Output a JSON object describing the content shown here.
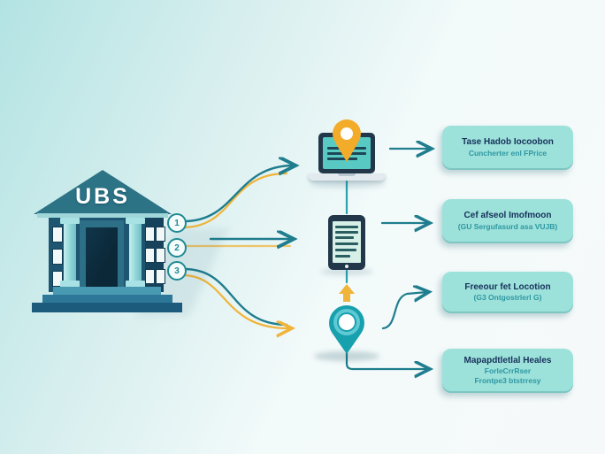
{
  "bank": {
    "name": "UBS"
  },
  "numbered_steps": [
    {
      "label": "1"
    },
    {
      "label": "2"
    },
    {
      "label": "3"
    }
  ],
  "boxes": [
    {
      "title": "Tase Hadob Iocoobon",
      "subtitle": "Cuncherter enl FPrice"
    },
    {
      "title": "Cef afseol Imofmoon",
      "subtitle": "(GU Sergufasurd asa VUJB)"
    },
    {
      "title": "Freeour fet Locotion",
      "subtitle": "(G3 Ontgostrlerl G)"
    },
    {
      "title": "Mapapdtletlal Heales",
      "subtitle": "ForleCrrRser",
      "subtitle2": "Frontpe3 btstrresy"
    }
  ],
  "icons": {
    "bank": "bank-building",
    "laptop": "laptop-with-map-pin",
    "tablet": "tablet-document",
    "location": "location-pin"
  },
  "colors": {
    "accent_teal": "#1f7d8e",
    "accent_yellow": "#f0b43a",
    "box_fill": "#9ce1da",
    "title_navy": "#16315a",
    "subtitle_teal": "#2e98a2",
    "building_dark": "#1e5570",
    "roof_teal": "#2c7386",
    "column_light": "#9fdde0",
    "pin_teal": "#17a0ae",
    "pin_yellow": "#f3ab2a"
  }
}
